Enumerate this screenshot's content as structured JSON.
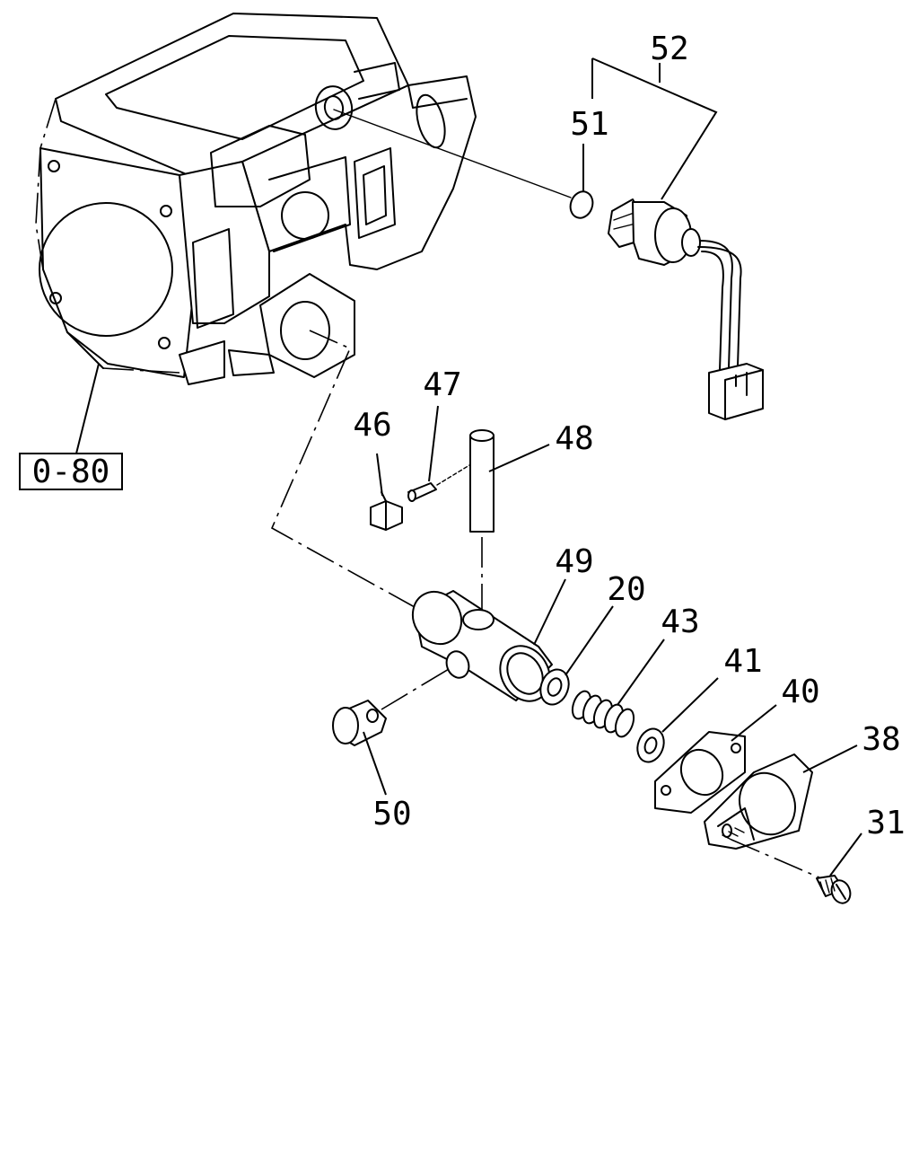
{
  "reference_box": {
    "label": "0-80"
  },
  "callouts": [
    {
      "id": "c52",
      "text": "52"
    },
    {
      "id": "c51",
      "text": "51"
    },
    {
      "id": "c47",
      "text": "47"
    },
    {
      "id": "c46",
      "text": "46"
    },
    {
      "id": "c48",
      "text": "48"
    },
    {
      "id": "c49",
      "text": "49"
    },
    {
      "id": "c20",
      "text": "20"
    },
    {
      "id": "c43",
      "text": "43"
    },
    {
      "id": "c41",
      "text": "41"
    },
    {
      "id": "c40",
      "text": "40"
    },
    {
      "id": "c38",
      "text": "38"
    },
    {
      "id": "c31",
      "text": "31"
    },
    {
      "id": "c50",
      "text": "50"
    }
  ]
}
